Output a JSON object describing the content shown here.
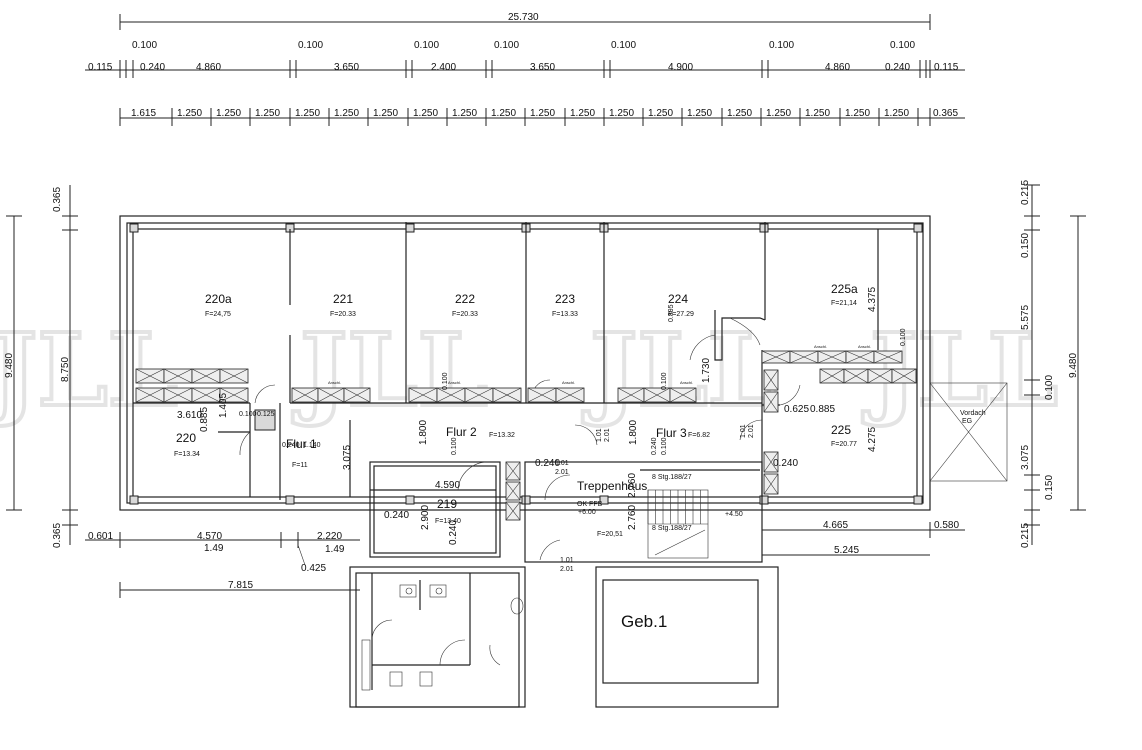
{
  "watermark": "JLL",
  "top_dims": {
    "total": "25.730",
    "row_small": [
      "0.100",
      "0.100",
      "0.100",
      "0.100",
      "0.100",
      "0.100",
      "0.100"
    ],
    "row_main": [
      "0.115",
      "0.240",
      "4.860",
      "3.650",
      "2.400",
      "3.650",
      "4.900",
      "4.860",
      "0.240",
      "0.115"
    ],
    "row_grid_first": "1.615",
    "row_grid_unit": "1.250",
    "row_grid_last": "0.365"
  },
  "left_dims": {
    "total": "9.480",
    "inner": "8.750",
    "top": "0.365",
    "bottom": "0.365"
  },
  "right_dims": {
    "total": "9.480",
    "parts": [
      "0.215",
      "0.150",
      "5.575",
      "0.100",
      "3.075",
      "0.150",
      "0.215"
    ]
  },
  "rooms": [
    {
      "id": "220a",
      "label": "220a",
      "area": "F=24,75"
    },
    {
      "id": "221",
      "label": "221",
      "area": "F=20.33"
    },
    {
      "id": "222",
      "label": "222",
      "area": "F=20.33"
    },
    {
      "id": "223",
      "label": "223",
      "area": "F=13.33"
    },
    {
      "id": "224",
      "label": "224",
      "area": "F=27.29"
    },
    {
      "id": "225a",
      "label": "225a",
      "area": "F=21,14"
    },
    {
      "id": "220",
      "label": "220",
      "area": "F=13.34"
    },
    {
      "id": "flur1",
      "label": "Flur 1",
      "area": "F=11"
    },
    {
      "id": "flur2",
      "label": "Flur 2",
      "area": "F=13.32"
    },
    {
      "id": "flur3",
      "label": "Flur 3",
      "area": "F=6.82"
    },
    {
      "id": "225",
      "label": "225",
      "area": "F=20.77"
    },
    {
      "id": "219",
      "label": "219",
      "area": "F=13.40"
    },
    {
      "id": "treppenhaus",
      "label": "Treppenhaus",
      "area": "F=20,51"
    }
  ],
  "inner_dims": [
    "3.610",
    "0.885",
    "1.405",
    "0.100",
    "0.125",
    "0.240",
    "1.140",
    "3.075",
    "1.800",
    "0.100",
    "0.100",
    "1.800",
    "0.100",
    "1.730",
    "0.895",
    "0.100",
    "0.625",
    "0.885",
    "4.375",
    "4.275",
    "0.100",
    "0.240",
    "0.240",
    "2.760",
    "2.760",
    "0.240",
    "4.590",
    "2.900",
    "0.240",
    "0.240"
  ],
  "bottom_dims": [
    "0.601",
    "4.570",
    "1.49",
    "2.220",
    "1.49",
    "0.425",
    "7.815",
    "4.665",
    "0.580",
    "5.245"
  ],
  "door_tags": [
    "1.01",
    "2.01"
  ],
  "stair": {
    "okffb": "OK FFB",
    "level": "+6.00",
    "steps1": "8 Stg.188/27",
    "steps2": "8 Stg.188/27",
    "plus450": "+4.50"
  },
  "vordach": [
    "Vordach",
    "EG"
  ],
  "anschl": "Anschl.",
  "geb": "Geb.1"
}
